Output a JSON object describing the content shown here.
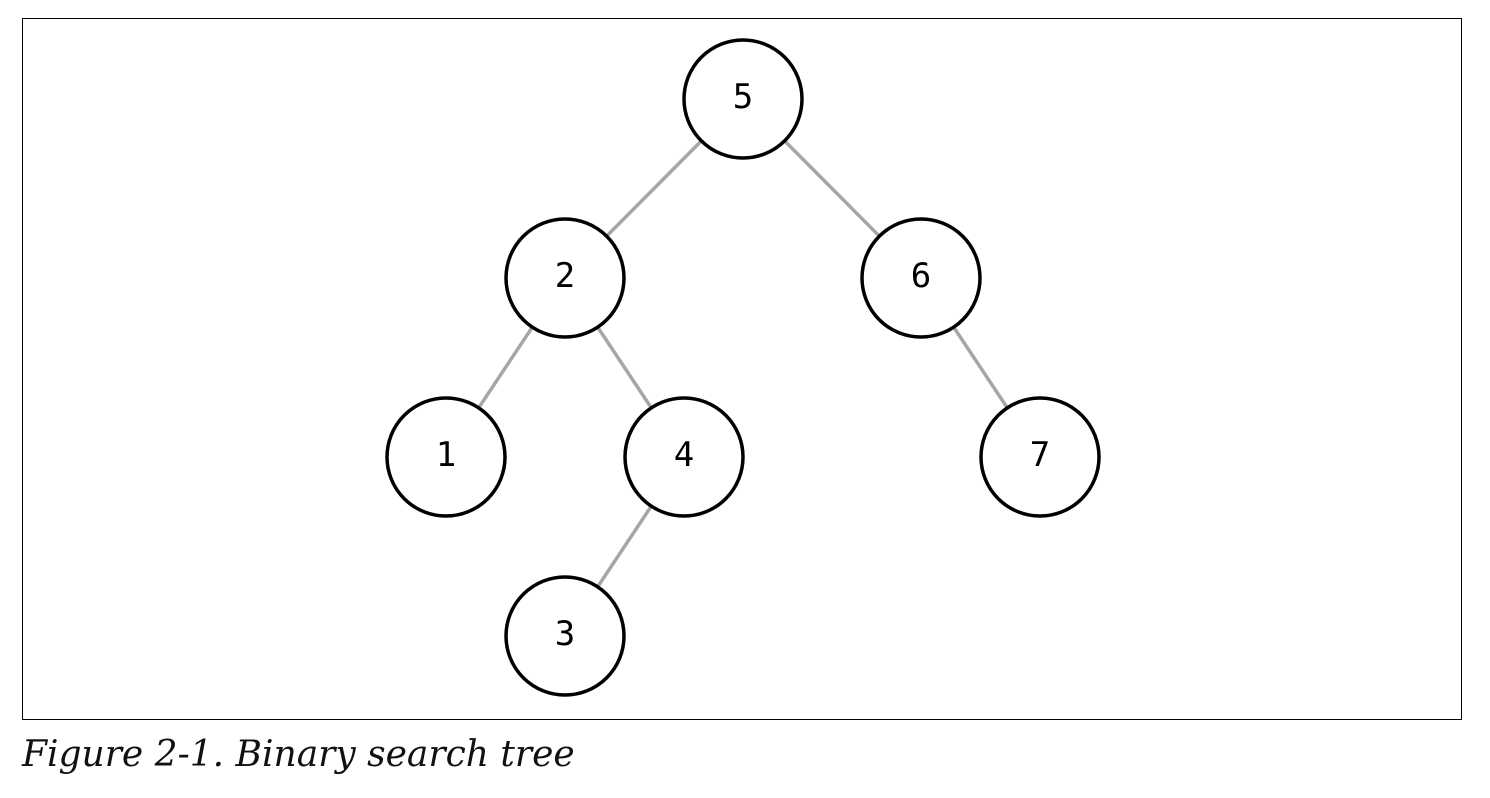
{
  "diagram": {
    "nodes": [
      {
        "id": "n5",
        "label": "5"
      },
      {
        "id": "n2",
        "label": "2"
      },
      {
        "id": "n6",
        "label": "6"
      },
      {
        "id": "n1",
        "label": "1"
      },
      {
        "id": "n4",
        "label": "4"
      },
      {
        "id": "n7",
        "label": "7"
      },
      {
        "id": "n3",
        "label": "3"
      }
    ],
    "edges": [
      {
        "from": "n5",
        "to": "n2"
      },
      {
        "from": "n5",
        "to": "n6"
      },
      {
        "from": "n2",
        "to": "n1"
      },
      {
        "from": "n2",
        "to": "n4"
      },
      {
        "from": "n6",
        "to": "n7"
      },
      {
        "from": "n4",
        "to": "n3"
      }
    ],
    "colors": {
      "edge": "#a6a6a6",
      "node_stroke": "#000000",
      "node_fill": "#ffffff"
    }
  },
  "caption": "Figure 2-1. Binary search tree"
}
